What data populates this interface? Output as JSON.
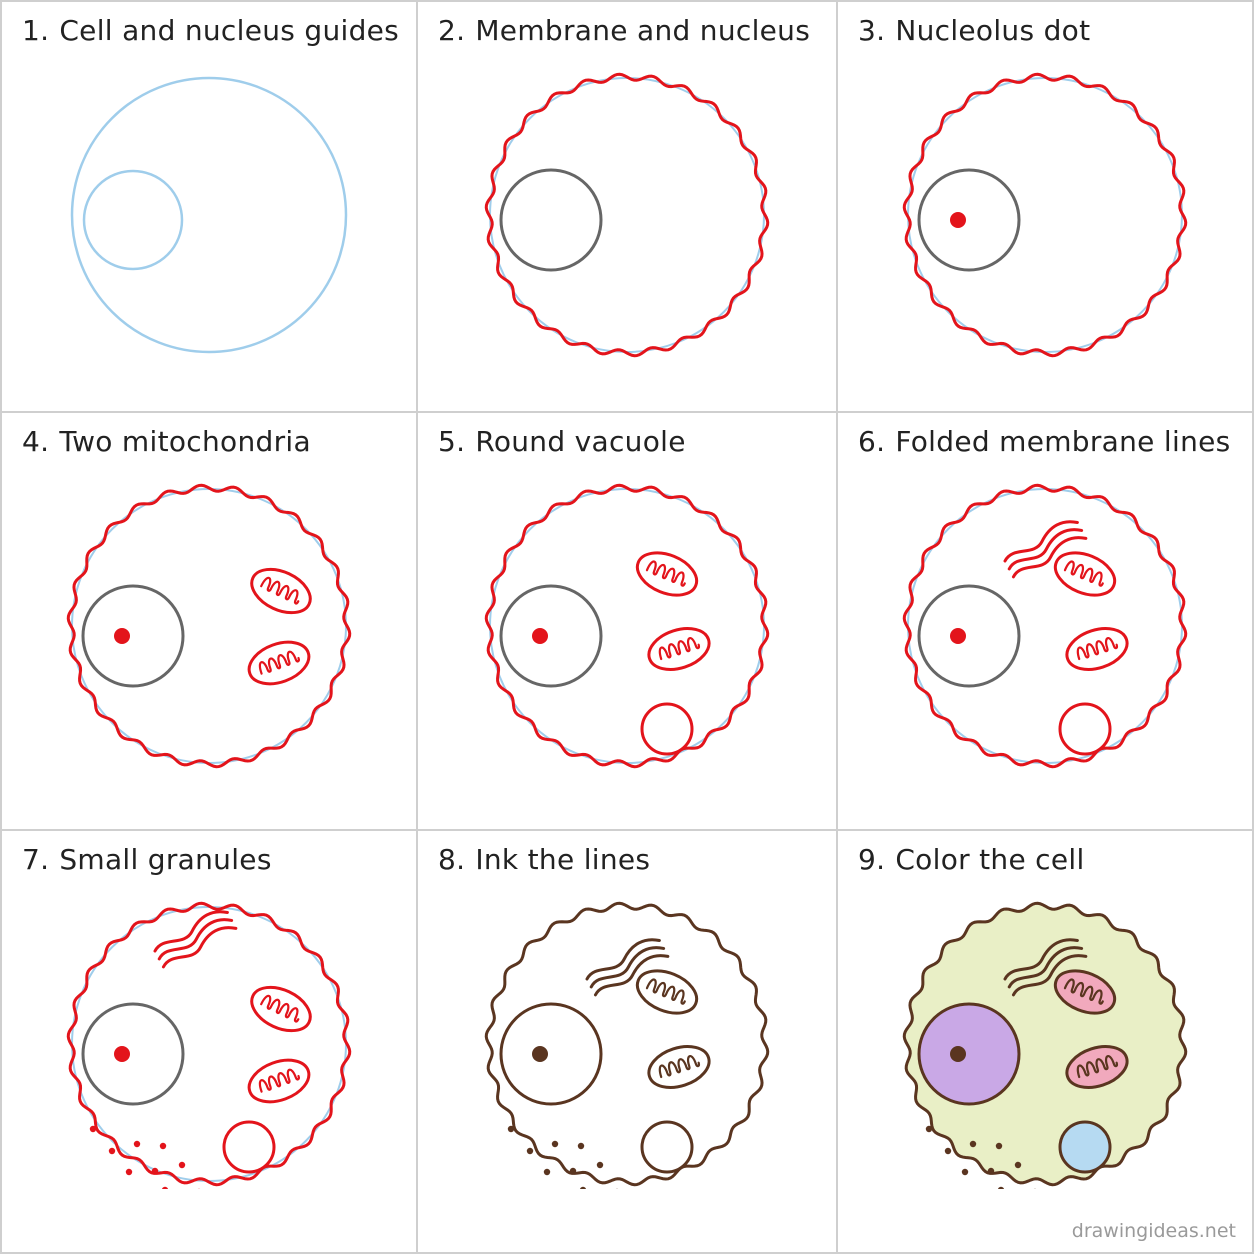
{
  "steps": [
    {
      "number": "1.",
      "title": "Cell and nucleus guides"
    },
    {
      "number": "2.",
      "title": "Membrane and nucleus"
    },
    {
      "number": "3.",
      "title": "Nucleolus dot"
    },
    {
      "number": "4.",
      "title": "Two mitochondria"
    },
    {
      "number": "5.",
      "title": "Round vacuole"
    },
    {
      "number": "6.",
      "title": "Folded membrane lines"
    },
    {
      "number": "7.",
      "title": "Small granules"
    },
    {
      "number": "8.",
      "title": "Ink the lines"
    },
    {
      "number": "9.",
      "title": "Color the cell"
    }
  ],
  "watermark": "drawingideas.net",
  "colors": {
    "guide": "#9fcdeb",
    "sketch_red": "#e3141b",
    "nucleus_gray": "#666666",
    "ink_brown": "#5a3520",
    "cytoplasm_fill": "#e9efc6",
    "nucleus_fill": "#c9a8e6",
    "mitochondria_fill": "#f1a9bd",
    "vacuole_fill": "#b6daf2"
  }
}
